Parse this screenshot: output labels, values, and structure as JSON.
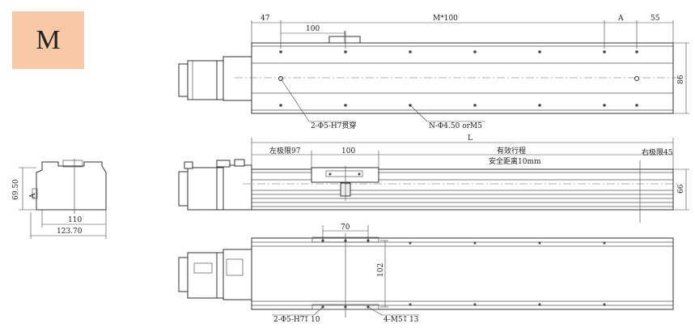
{
  "badge": {
    "label": "M",
    "color": "#f8c9a4"
  },
  "top_view": {
    "dim_47": "47",
    "dim_m100": "M*100",
    "dim_a": "A",
    "dim_55": "55",
    "dim_100": "100",
    "dim_86": "86",
    "callout_holes": "2-Φ5-H7贯穿",
    "callout_n": "N-Φ4.50 orM5"
  },
  "front_view": {
    "dim_l": "L",
    "left_limit": "左极限97",
    "dim_100": "100",
    "stroke": "有效行程",
    "safe_distance": "安全距离10mm",
    "right_limit": "右极限45",
    "dim_66": "66"
  },
  "bottom_view": {
    "dim_70": "70",
    "dim_102": "102",
    "callout_holes": "2-Φ5-H7",
    "callout_depth_1": "10",
    "callout_m5": "4-M5",
    "callout_depth_2": "13"
  },
  "end_view": {
    "dim_height": "69.50",
    "dim_a": "A",
    "dim_110": "110",
    "dim_123": "123.70"
  }
}
